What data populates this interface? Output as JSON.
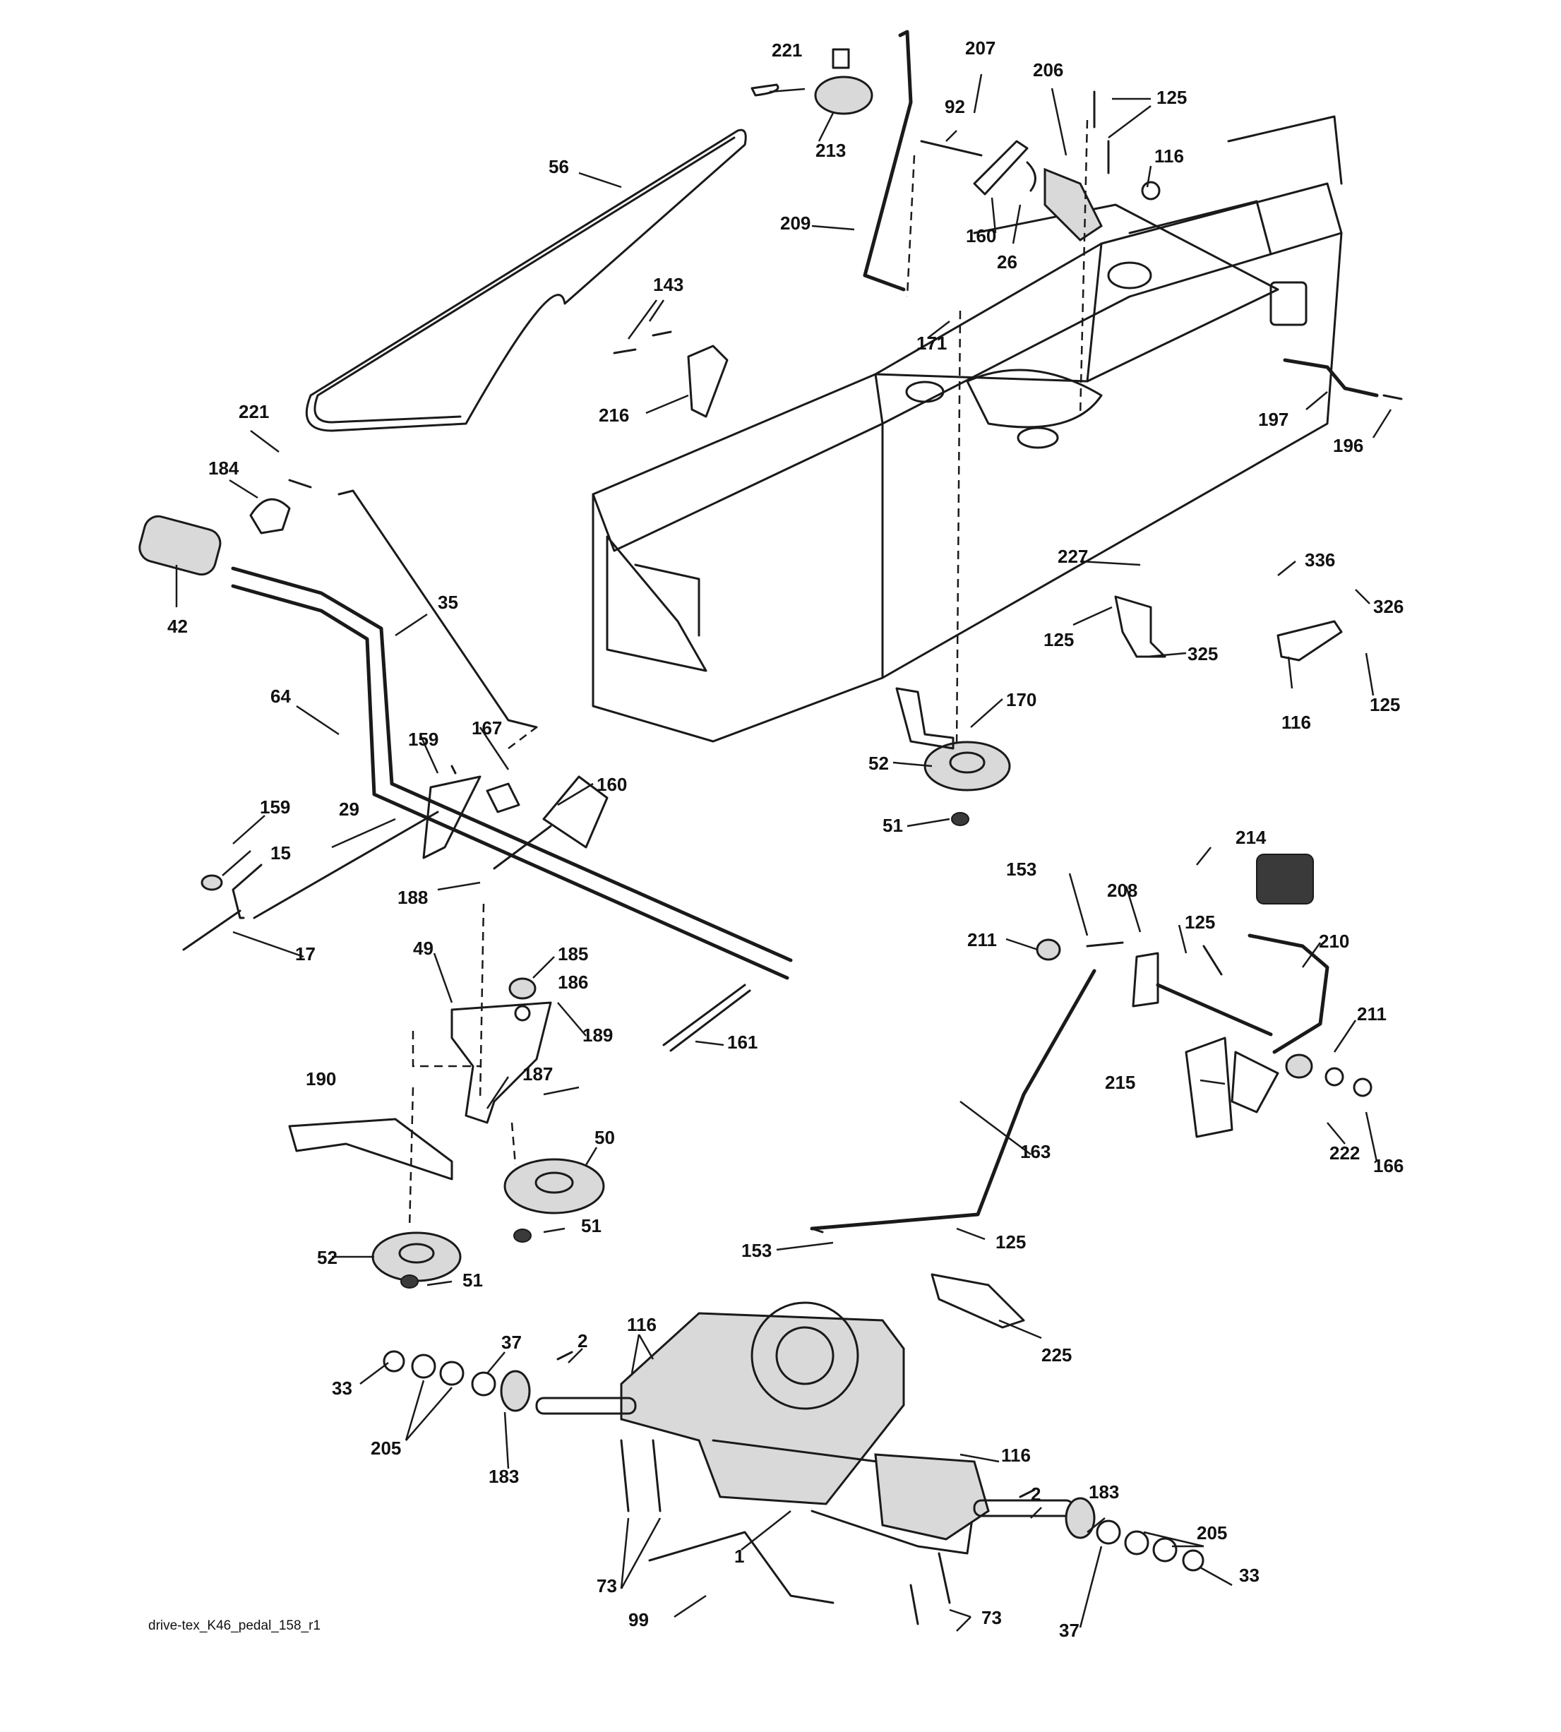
{
  "figure_name": "drive-tex_K46_pedal_158_r1",
  "callouts": [
    "221",
    "213",
    "207",
    "92",
    "206",
    "125",
    "116",
    "56",
    "209",
    "160",
    "26",
    "143",
    "171",
    "216",
    "197",
    "196",
    "221",
    "184",
    "42",
    "35",
    "64",
    "227",
    "336",
    "326",
    "125",
    "325",
    "116",
    "125",
    "170",
    "52",
    "159",
    "167",
    "160",
    "51",
    "29",
    "159",
    "15",
    "188",
    "17",
    "153",
    "208",
    "214",
    "211",
    "125",
    "210",
    "49",
    "185",
    "186",
    "189",
    "161",
    "211",
    "187",
    "190",
    "215",
    "222",
    "166",
    "50",
    "163",
    "51",
    "52",
    "51",
    "125",
    "153",
    "225",
    "116",
    "37",
    "2",
    "33",
    "205",
    "183",
    "116",
    "2",
    "183",
    "205",
    "33",
    "1",
    "73",
    "37",
    "99",
    "73"
  ]
}
